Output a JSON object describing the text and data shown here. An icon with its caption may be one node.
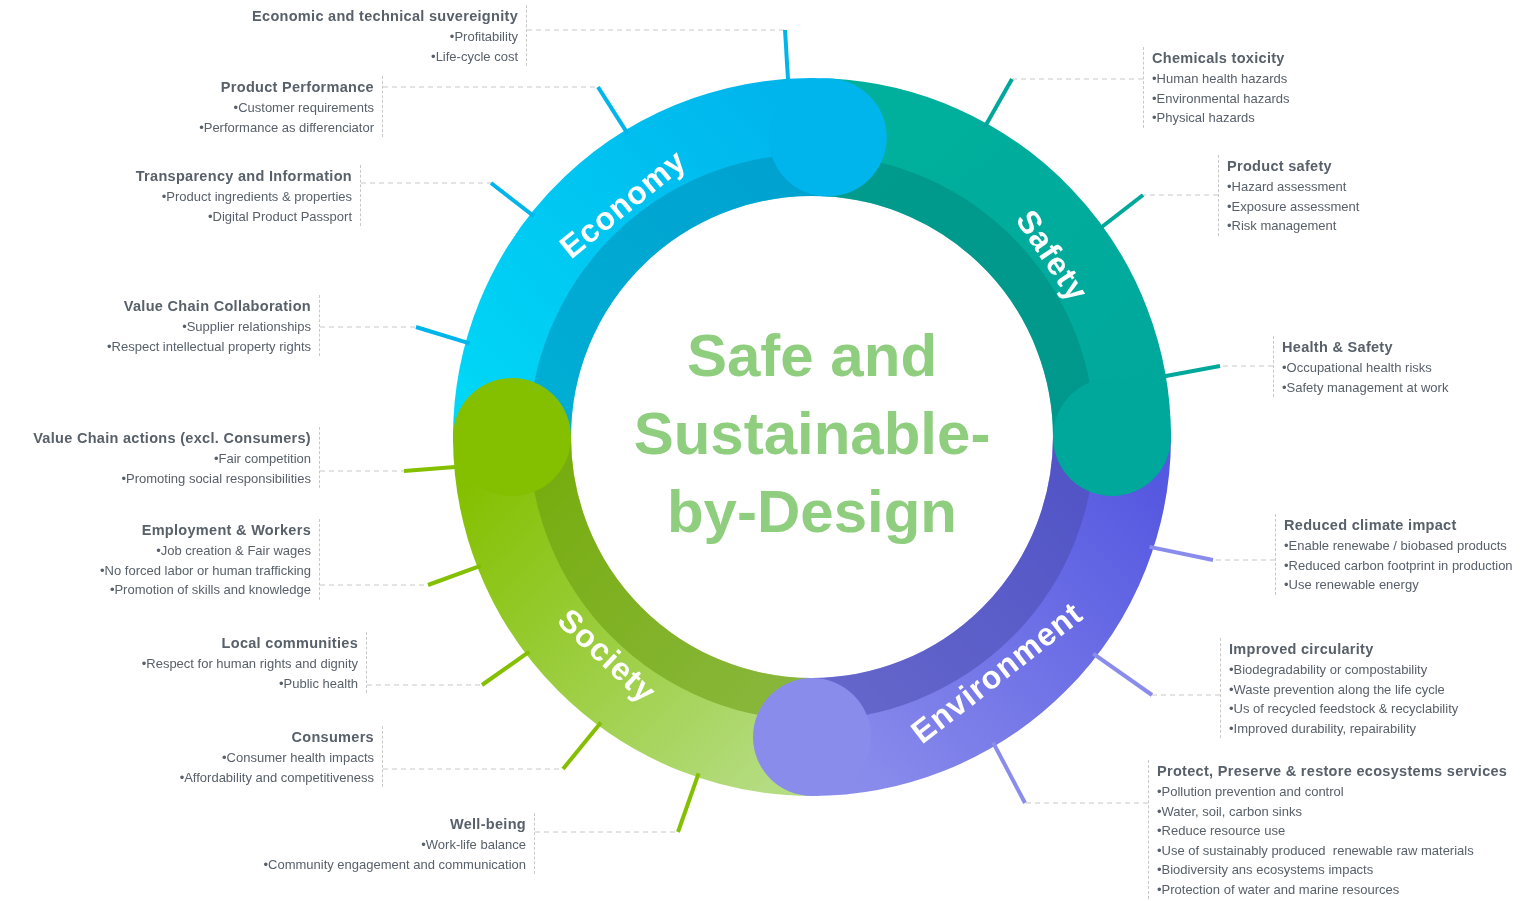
{
  "diagram": {
    "nodes": [
      {
        "text": [
          "Safe and Sustainable-by-Design"
        ]
      },
      {
        "text": [
          "Economy"
        ]
      },
      {
        "text": [
          "Safety"
        ]
      },
      {
        "text": [
          "Environment"
        ]
      },
      {
        "text": [
          "Society"
        ]
      },
      {
        "text": [
          "Economic and technical suvereignity",
          "•Profitability",
          "•Life-cycle cost"
        ]
      },
      {
        "text": [
          "Product Performance",
          "•Customer requirements",
          "•Performance as differenciator"
        ]
      },
      {
        "text": [
          "Transparency and Information",
          "•Product ingredients & properties",
          "•Digital Product Passport"
        ]
      },
      {
        "text": [
          "Value Chain Collaboration",
          "•Supplier relationships",
          "•Respect intellectual property rights"
        ]
      },
      {
        "text": [
          "Value Chain actions (excl. Consumers)",
          "•Fair competition",
          "•Promoting social responsibilities"
        ]
      },
      {
        "text": [
          "Employment & Workers",
          "•Job creation & Fair wages",
          "•No forced labor or human trafficking",
          "•Promotion of skills and knowledge"
        ]
      },
      {
        "text": [
          "Local communities",
          "•Respect for human rights and dignity",
          "•Public health"
        ]
      },
      {
        "text": [
          "Consumers",
          "•Consumer health impacts",
          "•Affordability and competitiveness"
        ]
      },
      {
        "text": [
          "Well-being",
          "•Work-life balance",
          "•Community engagement and communication"
        ]
      },
      {
        "text": [
          "Chemicals toxicity",
          "•Human health hazards",
          "•Environmental hazards",
          "•Physical hazards"
        ]
      },
      {
        "text": [
          "Product safety",
          "•Hazard assessment",
          "•Exposure assessment",
          "•Risk management"
        ]
      },
      {
        "text": [
          "Health & Safety",
          "•Occupational health risks",
          "•Safety management at work"
        ]
      },
      {
        "text": [
          "Reduced climate impact",
          "•Enable renewabe / biobased products",
          "•Reduced carbon footprint in production",
          "•Use renewable energy"
        ]
      },
      {
        "text": [
          "Improved circularity",
          "•Biodegradability or compostability",
          "•Waste prevention along the life cycle",
          "•Us of recycled feedstock & recyclability",
          "•Improved durability, repairability"
        ]
      },
      {
        "text": [
          "Protect, Preserve & restore ecosystems services",
          "•Pollution prevention and control",
          "•Water, soil, carbon sinks",
          "•Reduce resource use",
          "•Use of sustainably produced  renewable raw materials",
          "•Biodiversity ans ecosystems impacts",
          "•Protection of water and marine resources"
        ]
      }
    ],
    "edges": [
      {
        "from": 5,
        "to": 1,
        "arrow": "none",
        "style": "dashed"
      },
      {
        "from": 6,
        "to": 1,
        "arrow": "none",
        "style": "dashed"
      },
      {
        "from": 7,
        "to": 1,
        "arrow": "none",
        "style": "dashed"
      },
      {
        "from": 8,
        "to": 1,
        "arrow": "none",
        "style": "dashed"
      },
      {
        "from": 9,
        "to": 4,
        "arrow": "none",
        "style": "dashed"
      },
      {
        "from": 10,
        "to": 4,
        "arrow": "none",
        "style": "dashed"
      },
      {
        "from": 11,
        "to": 4,
        "arrow": "none",
        "style": "dashed"
      },
      {
        "from": 12,
        "to": 4,
        "arrow": "none",
        "style": "dashed"
      },
      {
        "from": 13,
        "to": 4,
        "arrow": "none",
        "style": "dashed"
      },
      {
        "from": 14,
        "to": 2,
        "arrow": "none",
        "style": "dashed"
      },
      {
        "from": 15,
        "to": 2,
        "arrow": "none",
        "style": "dashed"
      },
      {
        "from": 16,
        "to": 2,
        "arrow": "none",
        "style": "dashed"
      },
      {
        "from": 17,
        "to": 3,
        "arrow": "none",
        "style": "dashed"
      },
      {
        "from": 18,
        "to": 3,
        "arrow": "none",
        "style": "dashed"
      },
      {
        "from": 19,
        "to": 3,
        "arrow": "none",
        "style": "dashed"
      }
    ]
  }
}
